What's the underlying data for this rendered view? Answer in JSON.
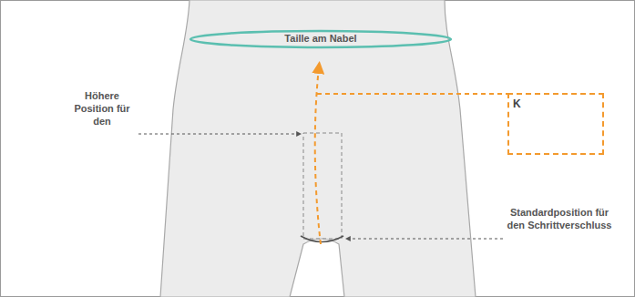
{
  "diagram": {
    "nodes": [
      {
        "text": [
          "K"
        ]
      }
    ],
    "labels": [
      "Taille am Nabel",
      "Höhere Position für den",
      "Standardposition für den Schrittverschluss"
    ]
  }
}
